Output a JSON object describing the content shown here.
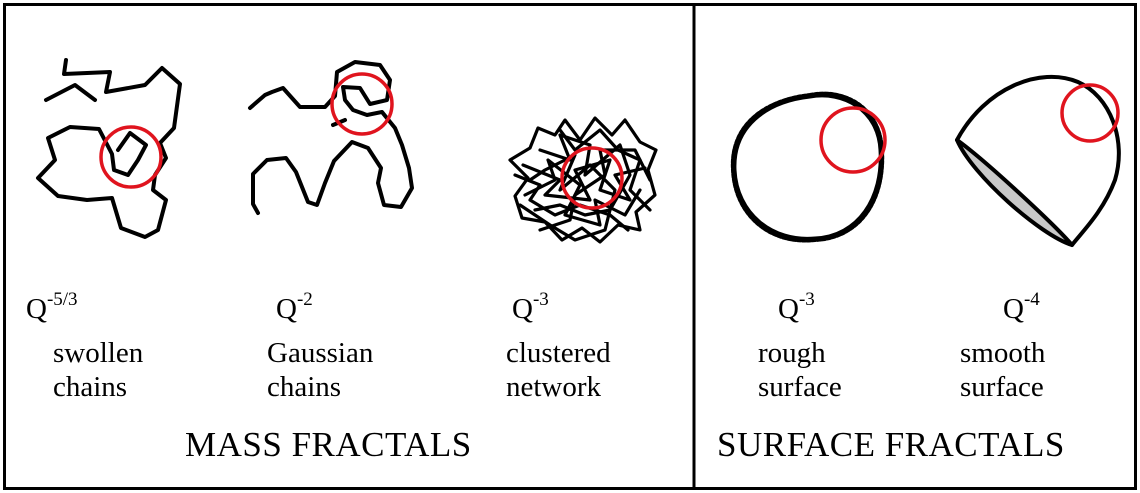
{
  "sections": {
    "mass": {
      "title": "MASS FRACTALS"
    },
    "surface": {
      "title": "SURFACE FRACTALS"
    }
  },
  "items": [
    {
      "base": "Q",
      "exponent": "-5/3",
      "line1": "swollen",
      "line2": "chains"
    },
    {
      "base": "Q",
      "exponent": "-2",
      "line1": "Gaussian",
      "line2": "chains"
    },
    {
      "base": "Q",
      "exponent": "-3",
      "line1": "clustered",
      "line2": "network"
    },
    {
      "base": "Q",
      "exponent": "-3",
      "line1": "rough",
      "line2": "surface"
    },
    {
      "base": "Q",
      "exponent": "-4",
      "line1": "smooth",
      "line2": "surface"
    }
  ],
  "colors": {
    "probe_circle": "#e0141e",
    "stroke": "#000000",
    "hemisphere_face": "#c8c8c8"
  }
}
